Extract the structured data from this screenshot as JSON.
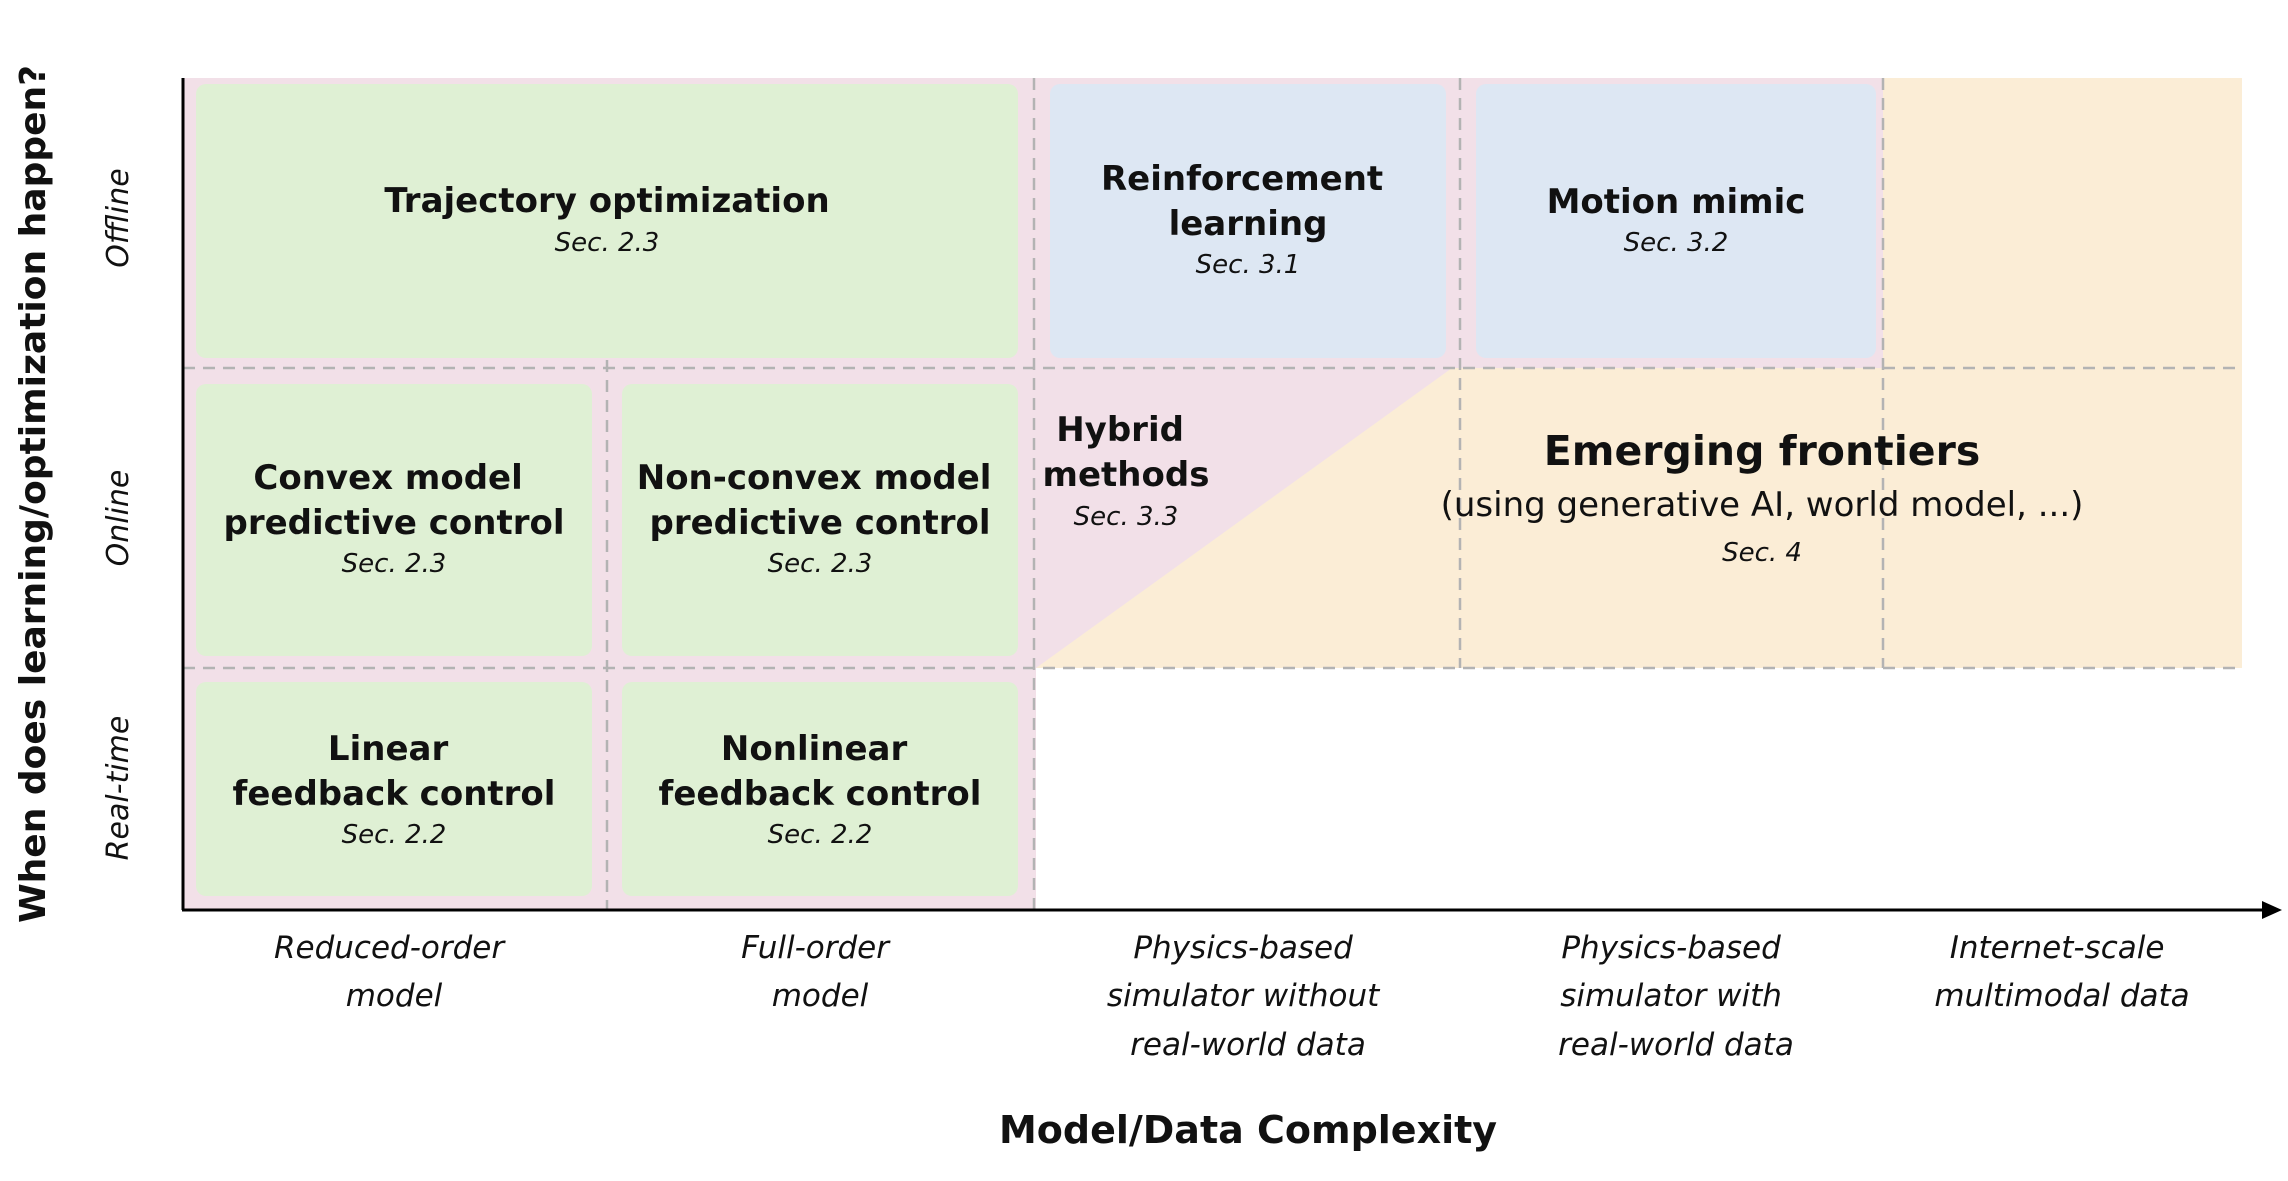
{
  "diagram": {
    "y_axis_title": "When does learning/optimization happen?",
    "x_axis_title": "Model/Data Complexity",
    "rows": [
      "Offline",
      "Online",
      "Real-time"
    ],
    "columns": [
      [
        "Reduced-order",
        "model"
      ],
      [
        "Full-order",
        "model"
      ],
      [
        "Physics-based",
        "simulator without",
        "real-world data"
      ],
      [
        "Physics-based",
        "simulator with",
        "real-world data"
      ],
      [
        "Internet-scale",
        "multimodal data"
      ]
    ],
    "boxes": {
      "trajectory": {
        "title": [
          "Trajectory optimization"
        ],
        "sec": "Sec. 2.3"
      },
      "rl": {
        "title": [
          "Reinforcement",
          "learning"
        ],
        "sec": "Sec. 3.1"
      },
      "motion": {
        "title": [
          "Motion mimic"
        ],
        "sec": "Sec. 3.2"
      },
      "convex": {
        "title": [
          "Convex model",
          "predictive control"
        ],
        "sec": "Sec. 2.3"
      },
      "nonconvex": {
        "title": [
          "Non-convex model",
          "predictive control"
        ],
        "sec": "Sec. 2.3"
      },
      "hybrid": {
        "title": [
          "Hybrid",
          "methods"
        ],
        "sec": "Sec. 3.3"
      },
      "emerging": {
        "title": "Emerging frontiers",
        "subtitle": "(using generative AI, world model, ...)",
        "sec": "Sec. 4"
      },
      "linear": {
        "title": [
          "Linear",
          "feedback control"
        ],
        "sec": "Sec. 2.2"
      },
      "nonlinear": {
        "title": [
          "Nonlinear",
          "feedback control"
        ],
        "sec": "Sec. 2.2"
      }
    },
    "colors": {
      "pink_region": "#f2e0e8",
      "green_box": "#dff0d4",
      "blue_box": "#dde7f3",
      "orange_region": "#fbedd6",
      "axis": "#000000",
      "dashed": "#b3b3b3"
    }
  }
}
